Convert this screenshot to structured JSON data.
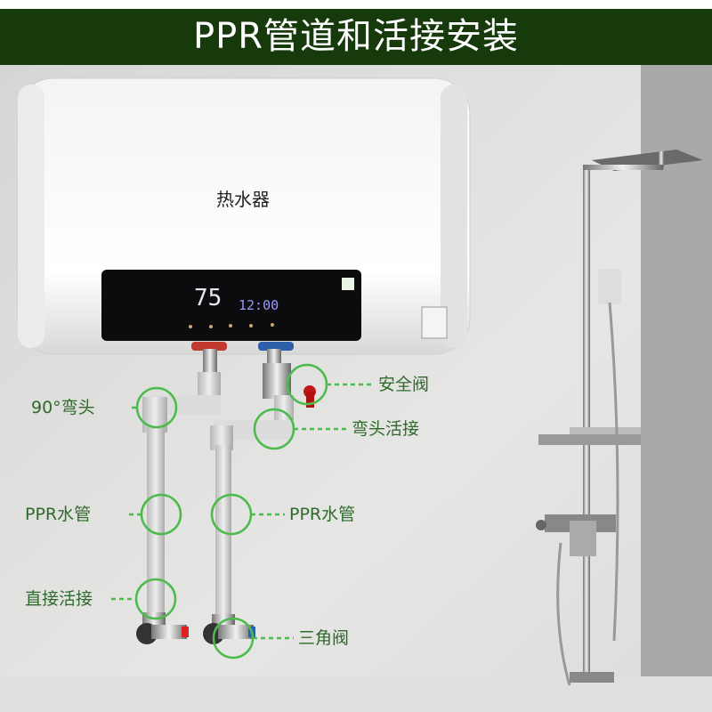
{
  "title": "PPR管道和活接安装",
  "heater": {
    "brand_label": "热水器",
    "temperature": "75",
    "time": "12:00"
  },
  "labels": {
    "elbow_90": "90°弯头",
    "safety_valve": "安全阀",
    "elbow_union": "弯头活接",
    "ppr_pipe_left": "PPR水管",
    "ppr_pipe_right": "PPR水管",
    "straight_union": "直接活接",
    "angle_valve": "三角阀"
  },
  "colors": {
    "banner": "#163a0c",
    "label_text": "#2f6a2c",
    "marker": "#4cbb4c"
  }
}
